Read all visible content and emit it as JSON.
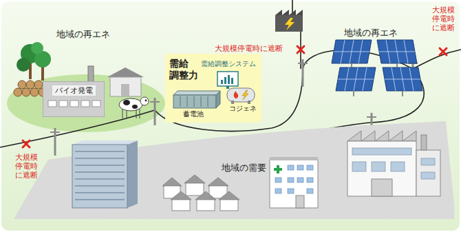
{
  "diagram": {
    "nodes": [
      {
        "text": [
          "需給 調整力"
        ]
      },
      {
        "text": [
          "バイオ発電"
        ]
      },
      {
        "text": [
          "地域の需要"
        ]
      }
    ],
    "labels": [
      "地域の再エネ",
      "需給調整システム",
      "蓄電池",
      "コジェネ",
      "大規模停電時に遮断",
      "地域の再エネ",
      "大規模 停電時 に遮断",
      "大規模 停電時 に遮断"
    ]
  }
}
